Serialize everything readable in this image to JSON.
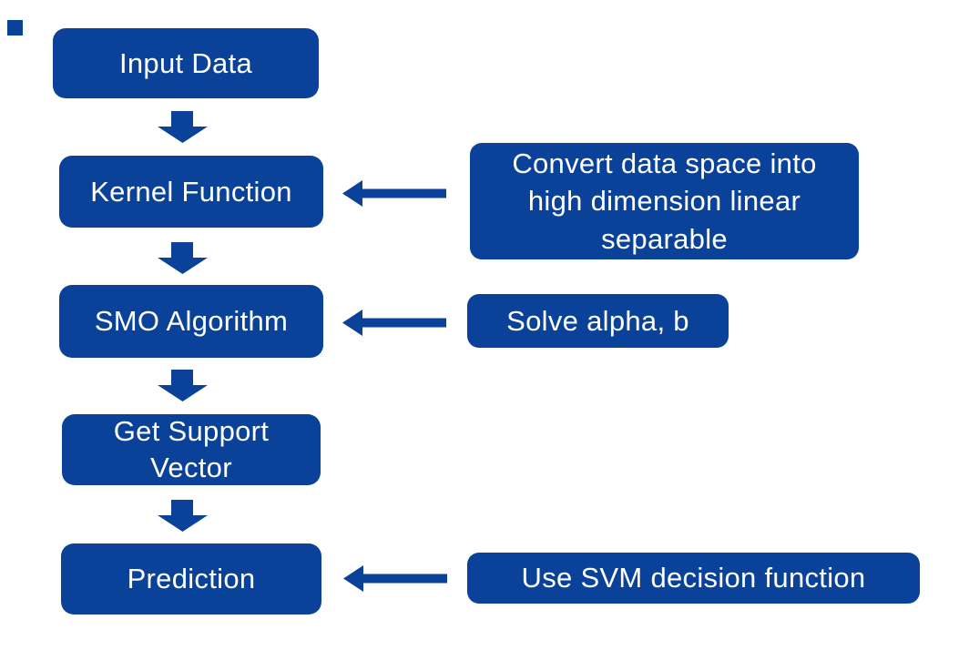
{
  "colors": {
    "accent": "#0a429a",
    "background": "#ffffff",
    "text": "#ffffff"
  },
  "flowchart": {
    "nodes": [
      {
        "label": "Input Data"
      },
      {
        "label": "Kernel Function"
      },
      {
        "label": "SMO Algorithm"
      },
      {
        "label": "Get Support Vector"
      },
      {
        "label": "Prediction"
      }
    ],
    "annotations": [
      {
        "label": "Convert data space into high dimension linear separable",
        "points_to": "Kernel Function"
      },
      {
        "label": "Solve alpha, b",
        "points_to": "SMO Algorithm"
      },
      {
        "label": "Use SVM decision function",
        "points_to": "Prediction"
      }
    ]
  }
}
